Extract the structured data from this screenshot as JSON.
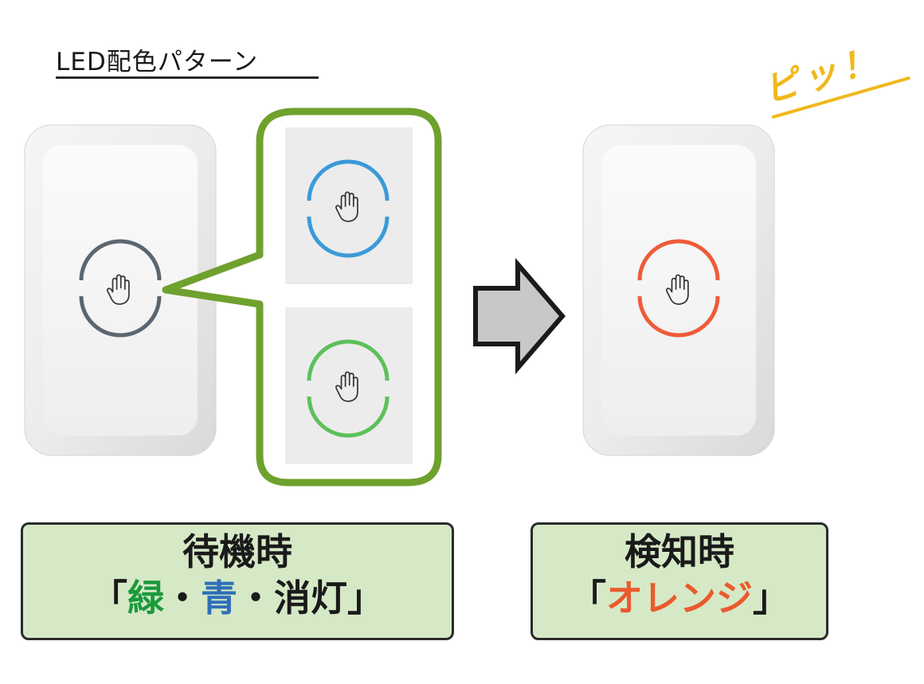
{
  "title": "LED配色パターン",
  "sound": "ピッ！",
  "standby": {
    "heading": "待機時",
    "bracket_open": "「",
    "colors": [
      {
        "text": "緑",
        "color": "#1a9a3c"
      },
      {
        "sep": "・"
      },
      {
        "text": "青",
        "color": "#2f6fb8"
      },
      {
        "sep": "・"
      },
      {
        "text": "消灯",
        "color": "#1a1a1a"
      }
    ],
    "bracket_close": "」"
  },
  "detect": {
    "heading": "検知時",
    "bracket_open": "「",
    "color_text": "オレンジ",
    "color": "#ea5a2e",
    "bracket_close": "」"
  },
  "led_colors": {
    "off": "#5a6670",
    "blue": "#3a9ad9",
    "green": "#5cc15a",
    "orange": "#ee5b3a"
  },
  "callout_color": "#6fa12e",
  "arrow_fill": "#c8c8c8"
}
